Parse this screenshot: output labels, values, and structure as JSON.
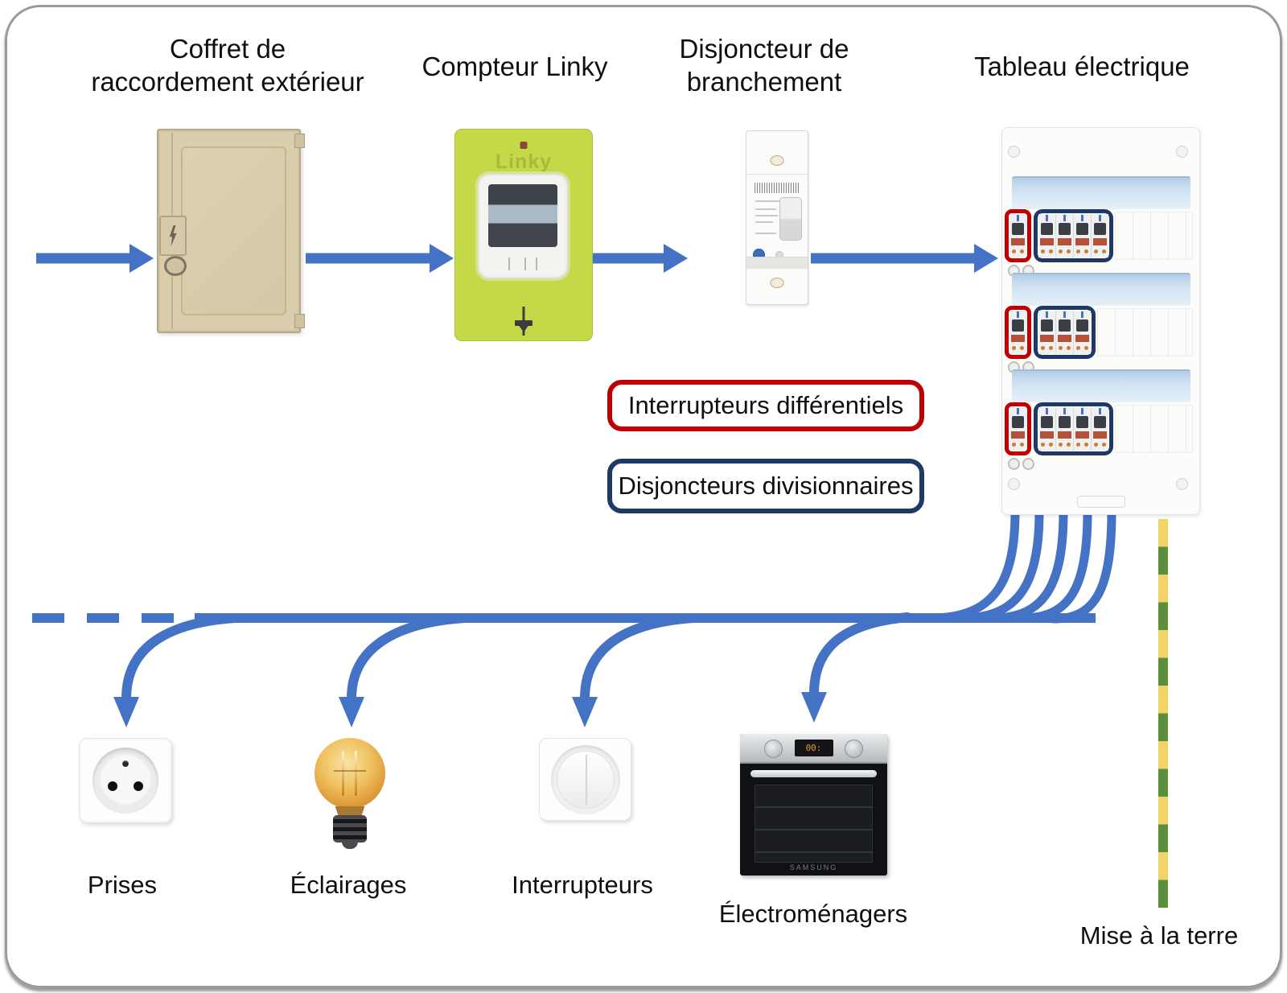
{
  "headers": {
    "coffret_line1": "Coffret de",
    "coffret_line2": "raccordement extérieur",
    "linky": "Compteur Linky",
    "disjoncteur_line1": "Disjoncteur de",
    "disjoncteur_line2": "branchement",
    "tableau": "Tableau électrique"
  },
  "legend": {
    "differentiels": "Interrupteurs différentiels",
    "divisionnaires": "Disjoncteurs divisionnaires"
  },
  "linky": {
    "brand": "Linky"
  },
  "oven": {
    "display": "00:",
    "brand": "SAMSUNG"
  },
  "labels": {
    "prises": "Prises",
    "eclairages": "Éclairages",
    "interrupteurs": "Interrupteurs",
    "electromenagers": "Électroménagers",
    "terre": "Mise à la terre"
  },
  "panel": {
    "rows": [
      {
        "navy_modules": 4
      },
      {
        "navy_modules": 3
      },
      {
        "navy_modules": 4
      }
    ]
  },
  "colors": {
    "arrow_blue": "#4472C4",
    "legend_red": "#C00000",
    "legend_navy": "#1F3864",
    "linky_green": "#C5D848",
    "coffret_beige": "#D9CDAB",
    "earth_yellow": "#F0D468",
    "earth_green": "#5B8F3C"
  }
}
